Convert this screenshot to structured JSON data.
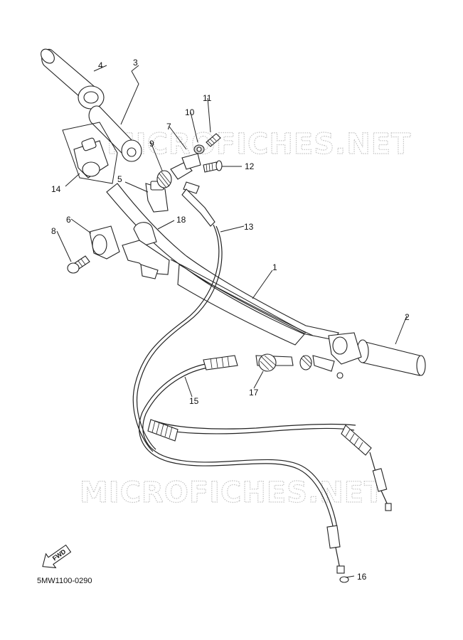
{
  "diagram": {
    "code": "5MW1100-0290",
    "watermarks": [
      "MICROFICHES.NET",
      "MICROFICHES.NET"
    ],
    "fwd_label": "FWD",
    "callouts": [
      {
        "num": "1"
      },
      {
        "num": "2"
      },
      {
        "num": "3"
      },
      {
        "num": "4"
      },
      {
        "num": "5"
      },
      {
        "num": "6"
      },
      {
        "num": "7"
      },
      {
        "num": "8"
      },
      {
        "num": "9"
      },
      {
        "num": "10"
      },
      {
        "num": "11"
      },
      {
        "num": "12"
      },
      {
        "num": "13"
      },
      {
        "num": "14"
      },
      {
        "num": "15"
      },
      {
        "num": "16"
      },
      {
        "num": "17"
      },
      {
        "num": "18"
      }
    ]
  }
}
